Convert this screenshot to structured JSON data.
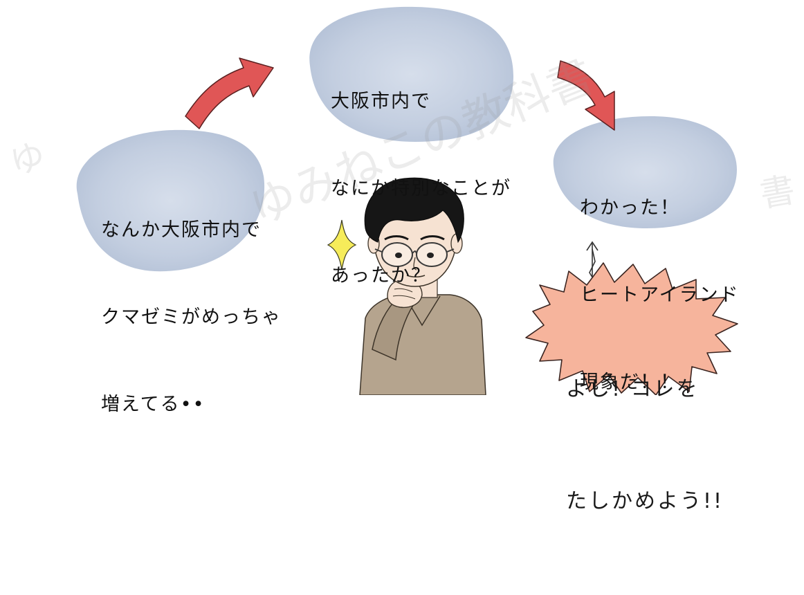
{
  "bubbles": {
    "left": {
      "lines": [
        "なんか大阪市内で",
        "クマゼミがめっちゃ",
        "増えてる••"
      ]
    },
    "middle": {
      "lines": [
        "大阪市内で",
        "なにか特別なことが",
        "あったか？"
      ]
    },
    "right": {
      "lines": [
        "わかった！",
        "ヒートアイランド",
        "現象だ！！"
      ]
    }
  },
  "burst": {
    "lines": [
      "よし! コレを",
      "たしかめよう!!"
    ]
  },
  "watermark": {
    "main": "ゆみねこの教科書",
    "left_char": "ゆ",
    "right_char": "書"
  },
  "colors": {
    "bubble": "#c7d2e2",
    "arrow": "#e05656",
    "burst": "#f6b49c",
    "shirt": "#b5a48e",
    "skin": "#f6e2d2",
    "hair": "#161616",
    "sparkle": "#f6ec5a"
  }
}
